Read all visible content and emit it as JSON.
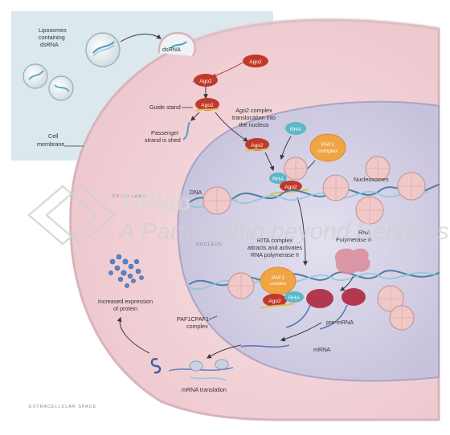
{
  "labels": {
    "liposomes": [
      "Liposomes",
      "containing",
      "dsRNA"
    ],
    "dsrna": "dsRNA",
    "ago2": "Ago2",
    "guide_strand": "Guide stand",
    "passenger": [
      "Passenger",
      "strand is shed"
    ],
    "translocation": [
      "Ago2 complex",
      "translocation into",
      "the nucleus"
    ],
    "rha": "RHA",
    "paf1_complex": [
      "PAF1",
      "complex"
    ],
    "nucleosomes": "Nucleosomes",
    "cell_membrane": [
      "Cell",
      "membrane"
    ],
    "cytoplasm": "CYTOPLASM",
    "dna": "DNA",
    "nucleus": "NUCLEUS",
    "rita": [
      "RITA complex",
      "attracts and activates",
      "RNA polymerase II"
    ],
    "rna_pol": [
      "RNA",
      "Polymerase II"
    ],
    "increased_expression": [
      "Increased expression",
      "of protein"
    ],
    "paf1": "PAF1",
    "paf1_complex_small": "complex",
    "paf1c": [
      "PAF1CPAF1",
      "complex"
    ],
    "pre_mrna": "pre-mRNA",
    "mrna": "mRNA",
    "mrna_translation": "mRNA translation",
    "extracellular": "EXTRACELLULAR SPACE"
  },
  "watermark": {
    "brand": "TiPlab",
    "tagline": "A Partnership beyond Services"
  },
  "colors": {
    "extracellular": "#dbe8ee",
    "cytoplasm": "#f3d9dc",
    "nucleus": "#d7d4e6",
    "ago2": "#c0392b",
    "rha": "#5cb8c6",
    "paf1": "#f0a443",
    "nucleosome": "#f1c8c8",
    "polymerase": "#b2384f"
  }
}
